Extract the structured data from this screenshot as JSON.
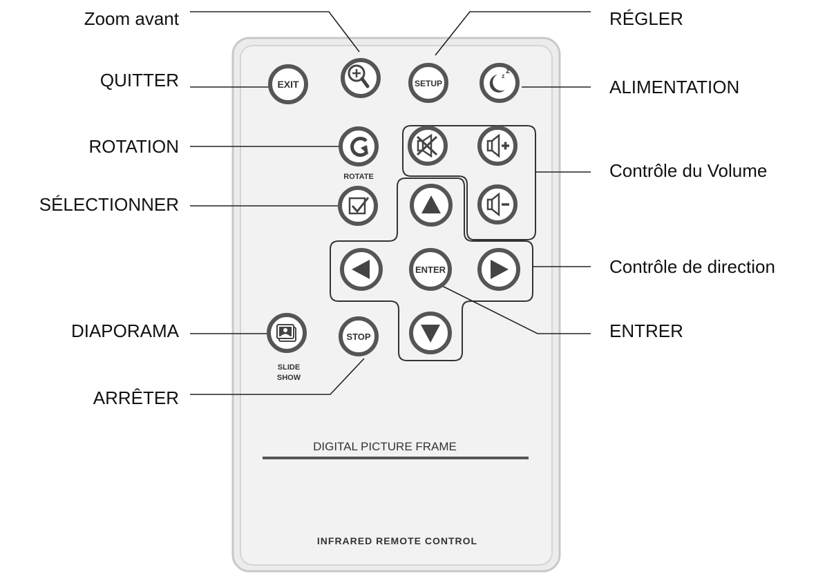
{
  "remote": {
    "brand_text": "DIGITAL PICTURE FRAME",
    "footer_text": "INFRARED REMOTE CONTROL",
    "buttons": {
      "exit": "EXIT",
      "setup": "SETUP",
      "enter": "ENTER",
      "stop": "STOP",
      "rotate_label": "ROTATE",
      "slideshow_label_line1": "SLIDE",
      "slideshow_label_line2": "SHOW"
    }
  },
  "callouts": {
    "zoom": "Zoom avant",
    "exit": "QUITTER",
    "rotate": "ROTATION",
    "select": "SÉLECTIONNER",
    "slideshow": "DIAPORAMA",
    "stop": "ARRÊTER",
    "setup": "RÉGLER",
    "power": "ALIMENTATION",
    "volume": "Contrôle du Volume",
    "direction": "Contrôle de direction",
    "enter": "ENTRER"
  },
  "icons": {
    "zoom": "zoom-in-icon",
    "sleep": "sleep-power-icon",
    "rotate": "rotate-icon",
    "mute": "mute-icon",
    "vol_up": "volume-up-icon",
    "vol_down": "volume-down-icon",
    "select": "select-checkbox-icon",
    "up": "arrow-up-icon",
    "down": "arrow-down-icon",
    "left": "arrow-left-icon",
    "right": "arrow-right-icon",
    "slideshow": "slideshow-icon"
  }
}
